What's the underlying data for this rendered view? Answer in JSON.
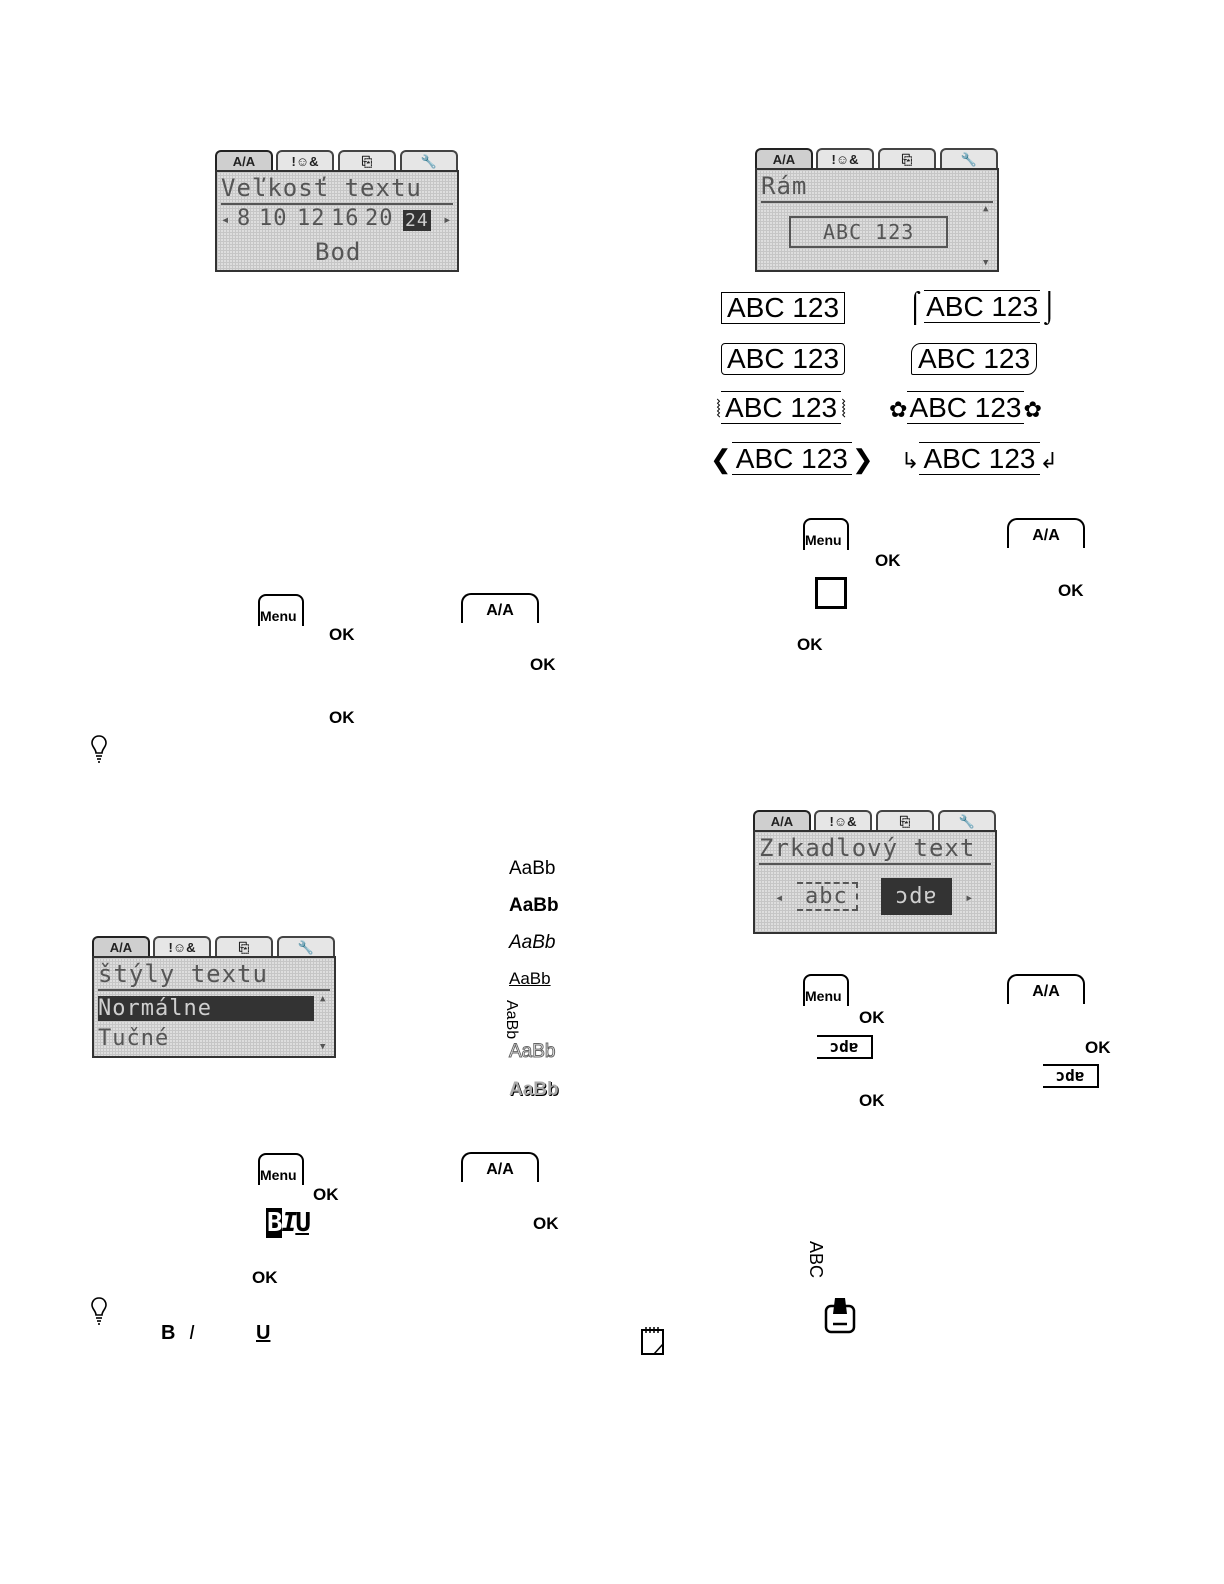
{
  "tabs": {
    "format": "A/A",
    "symbols": "!☺&",
    "files": "⎘",
    "settings": "🔧"
  },
  "lcd_size": {
    "title": "Veľkosť textu",
    "sizes": [
      "8",
      "10",
      "12",
      "16",
      "20",
      "24"
    ],
    "selected": "24",
    "unit": "Bod"
  },
  "lcd_frame": {
    "title": "Rám",
    "sample": "ABC 123"
  },
  "frame_samples": [
    "ABC 123",
    "ABC 123",
    "ABC 123",
    "ABC 123",
    "ABC 123",
    "ABC 123",
    "ABC 123",
    "ABC 123"
  ],
  "lcd_mirror": {
    "title": "Zrkadlový text",
    "option_normal": "abc",
    "option_mirror": "ɔdɐ"
  },
  "lcd_styles": {
    "title": "štýly textu",
    "selected": "Normálne",
    "next": "Tučné"
  },
  "style_samples": [
    "AaBb",
    "AaBb",
    "AaBb",
    "AaBb",
    "AaBb",
    "AaBb",
    "AaBb"
  ],
  "keys": {
    "menu": "Menu",
    "ok": "OK",
    "format_icon": "A/A",
    "biu": "BIU"
  },
  "tip_biu": {
    "b": "B",
    "i": "I",
    "u": "U"
  },
  "vertical_text": "ABC"
}
